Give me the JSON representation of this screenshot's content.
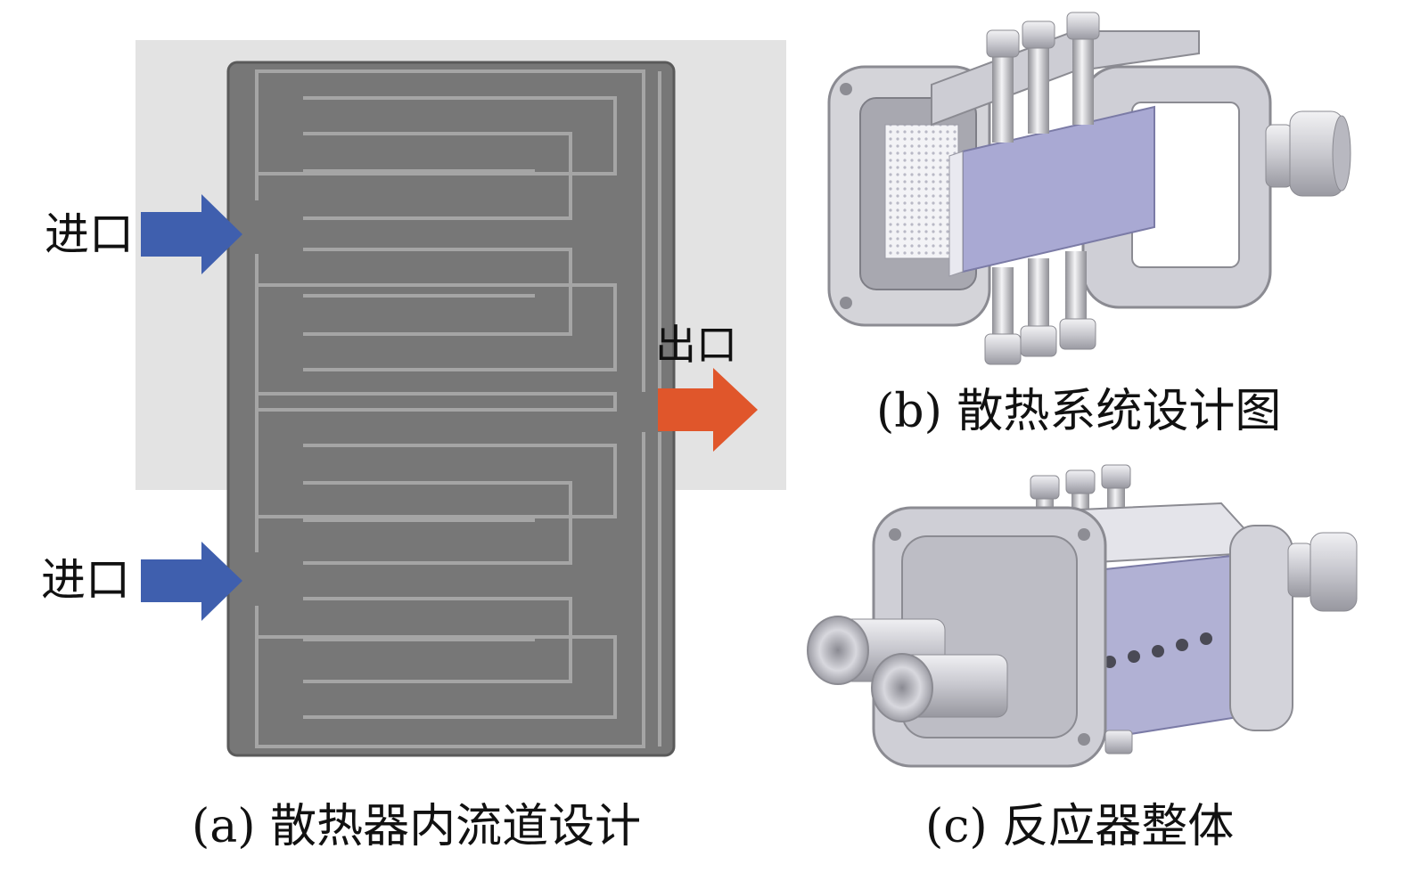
{
  "panel_a": {
    "caption": "(a) 散热器内流道设计",
    "inlet_top": "进口",
    "inlet_bottom": "进口",
    "outlet": "出口",
    "colors": {
      "plate": "#777777",
      "inlet_arrow": "#3f5fae",
      "outlet_arrow": "#e0562b"
    }
  },
  "panel_b": {
    "caption": "(b) 散热系统设计图"
  },
  "panel_c": {
    "caption": "(c) 反应器整体"
  }
}
